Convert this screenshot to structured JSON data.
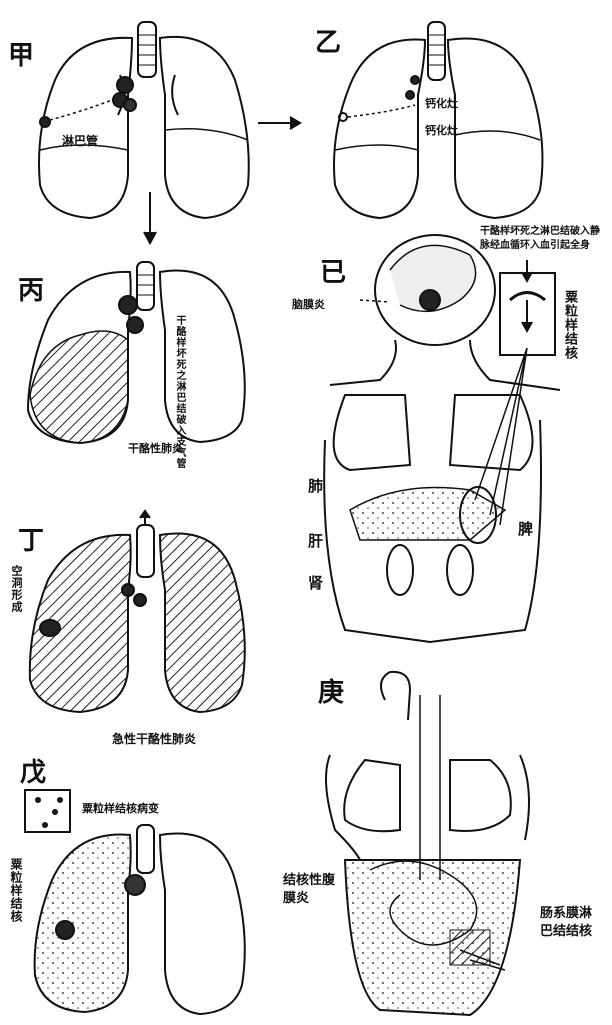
{
  "panels": {
    "jia": {
      "label": "甲",
      "note_lymph": "淋巴管"
    },
    "yi": {
      "label": "乙",
      "note_a": "钙化灶",
      "note_b": "钙化灶"
    },
    "bing": {
      "label": "丙",
      "note_side": "干酪样坏死之淋巴结破入支气管",
      "note_pneumonia": "干酪性肺炎"
    },
    "ding": {
      "label": "丁",
      "note_cavity": "空洞形成",
      "note_pneumonia": "急性干酪性肺炎"
    },
    "wu": {
      "label": "戊",
      "note_box": "粟粒样结核病变",
      "note_miliary": "粟粒样结核"
    },
    "ji": {
      "label": "已",
      "note_top": "干酪样坏死之淋巴结破入静脉经血循环入血引起全身",
      "note_brain": "脑膜炎",
      "note_box": "粟粒样结核",
      "note_lung": "肺",
      "note_liver": "肝",
      "note_kidney": "肾",
      "note_spleen": "脾"
    },
    "geng": {
      "label": "庚",
      "note_peritonitis": "结核性腹膜炎",
      "note_mesentery": "肠系膜淋巴结结核"
    }
  }
}
